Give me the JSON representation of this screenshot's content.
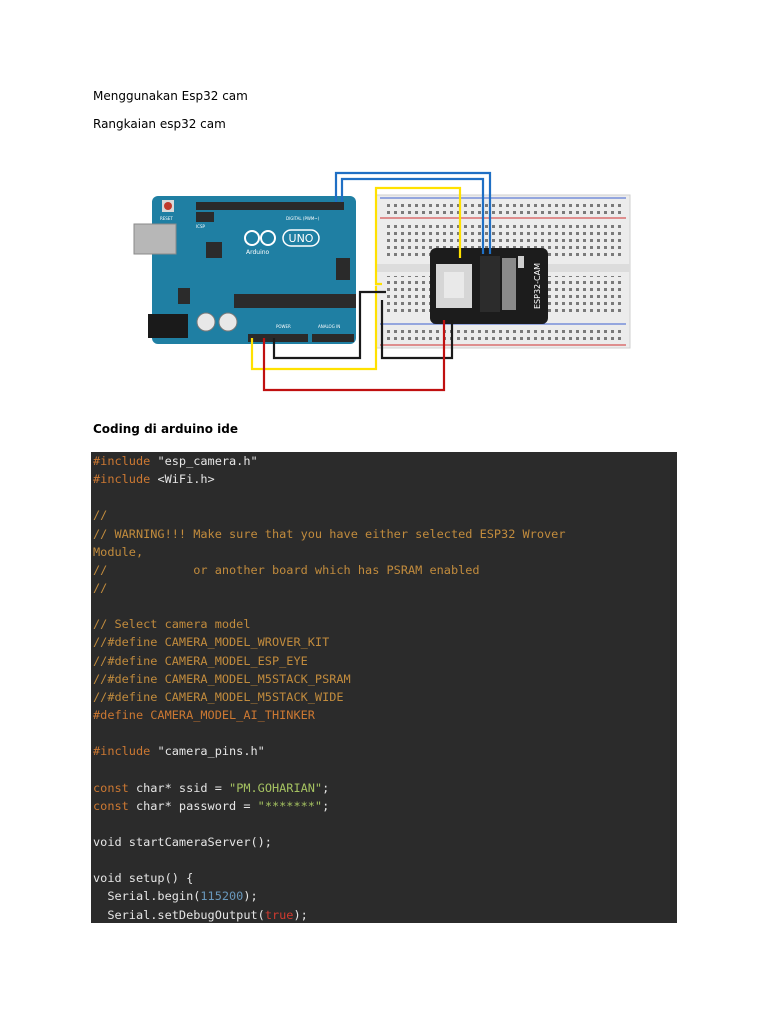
{
  "headings": {
    "title": "Menggunakan Esp32 cam",
    "subtitle": "Rangkaian esp32 cam",
    "coding": "Coding di arduino ide"
  },
  "diagram": {
    "labels": {
      "uno": "UNO",
      "arduino": "Arduino",
      "esp_module": "ESP32-CAM",
      "reset": "RESET",
      "icsp": "ICSP",
      "digital": "DIGITAL (PWM~)",
      "power": "POWER",
      "analog": "ANALOG IN"
    },
    "wire_colors": {
      "blue": "#1f6fc4",
      "yellow": "#ffe100",
      "red": "#c01010",
      "black": "#1a1a1a"
    }
  },
  "code": {
    "colors": {
      "background": "#2b2b2b",
      "preprocessor": "#cc7832",
      "comment": "#c18b3d",
      "string": "#a5c261",
      "number": "#6897bb",
      "literal": "#d03a2f",
      "plain": "#e6e6e6"
    },
    "lines": [
      [
        {
          "t": "pre",
          "v": "#include"
        },
        {
          "t": "pln",
          "v": " \"esp_camera.h\""
        }
      ],
      [
        {
          "t": "pre",
          "v": "#include"
        },
        {
          "t": "pln",
          "v": " <WiFi.h>"
        }
      ],
      [],
      [
        {
          "t": "cmt",
          "v": "//"
        }
      ],
      [
        {
          "t": "cmt",
          "v": "// WARNING!!! Make sure that you have either selected ESP32 Wrover"
        }
      ],
      [
        {
          "t": "cmt",
          "v": "Module,"
        }
      ],
      [
        {
          "t": "cmt",
          "v": "//            or another board which has PSRAM enabled"
        }
      ],
      [
        {
          "t": "cmt",
          "v": "//"
        }
      ],
      [],
      [
        {
          "t": "cmt",
          "v": "// Select camera model"
        }
      ],
      [
        {
          "t": "cmt",
          "v": "//#define CAMERA_MODEL_WROVER_KIT"
        }
      ],
      [
        {
          "t": "cmt",
          "v": "//#define CAMERA_MODEL_ESP_EYE"
        }
      ],
      [
        {
          "t": "cmt",
          "v": "//#define CAMERA_MODEL_M5STACK_PSRAM"
        }
      ],
      [
        {
          "t": "cmt",
          "v": "//#define CAMERA_MODEL_M5STACK_WIDE"
        }
      ],
      [
        {
          "t": "pre",
          "v": "#define CAMERA_MODEL_AI_THINKER"
        }
      ],
      [],
      [
        {
          "t": "pre",
          "v": "#include"
        },
        {
          "t": "pln",
          "v": " \"camera_pins.h\""
        }
      ],
      [],
      [
        {
          "t": "kw",
          "v": "const"
        },
        {
          "t": "pln",
          "v": " char* ssid = "
        },
        {
          "t": "str",
          "v": "\"PM.GOHARIAN\""
        },
        {
          "t": "pln",
          "v": ";"
        }
      ],
      [
        {
          "t": "kw",
          "v": "const"
        },
        {
          "t": "pln",
          "v": " char* password = "
        },
        {
          "t": "str",
          "v": "\"*******\""
        },
        {
          "t": "pln",
          "v": ";"
        }
      ],
      [],
      [
        {
          "t": "pln",
          "v": "void startCameraServer();"
        }
      ],
      [],
      [
        {
          "t": "pln",
          "v": "void setup() {"
        }
      ],
      [
        {
          "t": "pln",
          "v": "  Serial.begin("
        },
        {
          "t": "num",
          "v": "115200"
        },
        {
          "t": "pln",
          "v": ");"
        }
      ],
      [
        {
          "t": "pln",
          "v": "  Serial.setDebugOutput("
        },
        {
          "t": "lit",
          "v": "true"
        },
        {
          "t": "pln",
          "v": ");"
        }
      ]
    ]
  }
}
